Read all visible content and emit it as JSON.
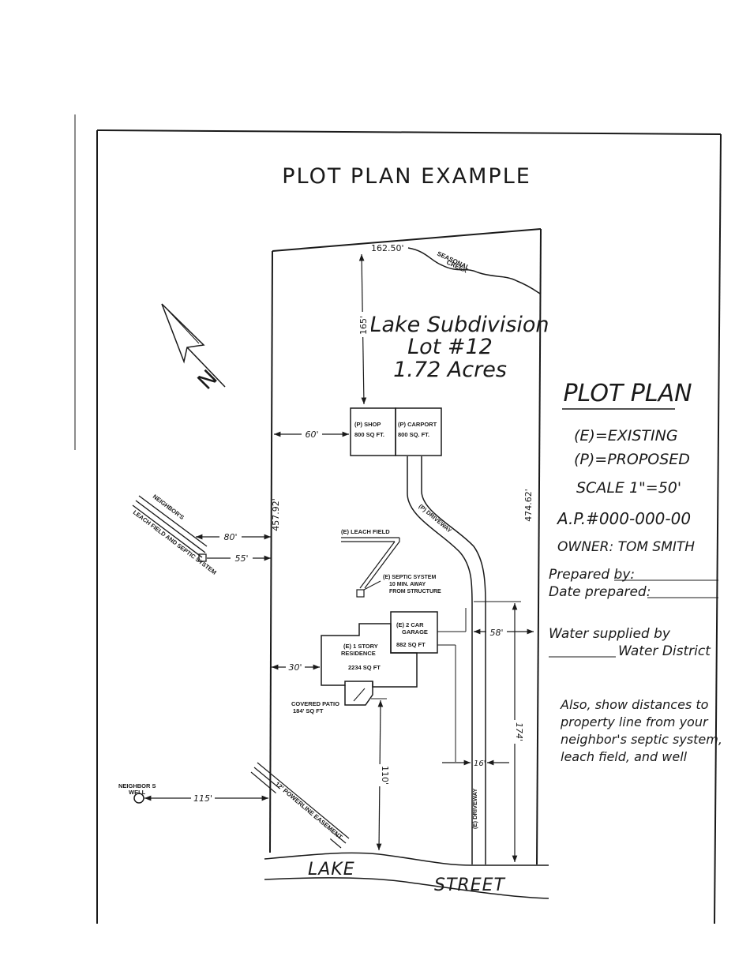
{
  "title": "PLOT PLAN EXAMPLE",
  "lot": {
    "subdivision": "Lake Subdivision",
    "lot_number": "Lot #12",
    "acreage": "1.72 Acres"
  },
  "legend": {
    "heading": "PLOT PLAN",
    "existing": "(E)=EXISTING",
    "proposed": "(P)=PROPOSED",
    "scale": "SCALE 1\"=50'",
    "apn": "A.P.#000-000-00",
    "owner": "OWNER: TOM SMITH",
    "prepared_by": "Prepared by:",
    "date_prepared": "Date prepared:",
    "water_line1": "Water supplied by",
    "water_line2": "Water District"
  },
  "note": {
    "line1": "Also, show distances to",
    "line2": "property line from your",
    "line3": "neighbor's septic system,",
    "line4": "leach field, and well"
  },
  "structures": {
    "shop_l1": "(P) SHOP",
    "shop_l2": "800 SQ FT.",
    "carport_l1": "(P) CARPORT",
    "carport_l2": "800 SQ. FT.",
    "garage_l1": "(E) 2 CAR",
    "garage_l2": "GARAGE",
    "garage_l3": "882 SQ FT",
    "residence_l1": "(E) 1 STORY",
    "residence_l2": "RESIDENCE",
    "residence_l3": "2234 SQ FT",
    "patio_l1": "COVERED PATIO",
    "patio_l2": "184' SQ FT",
    "leach_field": "(E) LEACH FIELD",
    "septic_l1": "(E) SEPTIC SYSTEM",
    "septic_l2": "10 MIN. AWAY",
    "septic_l3": "FROM STRUCTURE",
    "proposed_driveway": "(P) DRIVEWAY",
    "existing_driveway": "(E) DRIVEWAY"
  },
  "neighbor": {
    "leach_l1": "NEIGHBOR'S",
    "leach_l2": "LEACH FIELD AND SEPTIC SYSTEM",
    "well_l1": "NEIGHBOR S",
    "well_l2": "WELL"
  },
  "features": {
    "creek_l1": "SEASONAL",
    "creek_l2": "CREEK",
    "easement": "12' POWERLINE EASEMENT",
    "street_left": "LAKE",
    "street_right": "STREET",
    "north": "N"
  },
  "dimensions": {
    "top": "162.50'",
    "left": "457.92'",
    "right": "474.62'",
    "shop_setback": "165'",
    "shop_side": "60'",
    "leach_dist": "80'",
    "septic_dist": "55'",
    "residence_side": "30'",
    "patio_front": "110'",
    "well_dist": "115'",
    "garage_right": "58'",
    "driveway_width": "16'",
    "driveway_length": "174'"
  }
}
